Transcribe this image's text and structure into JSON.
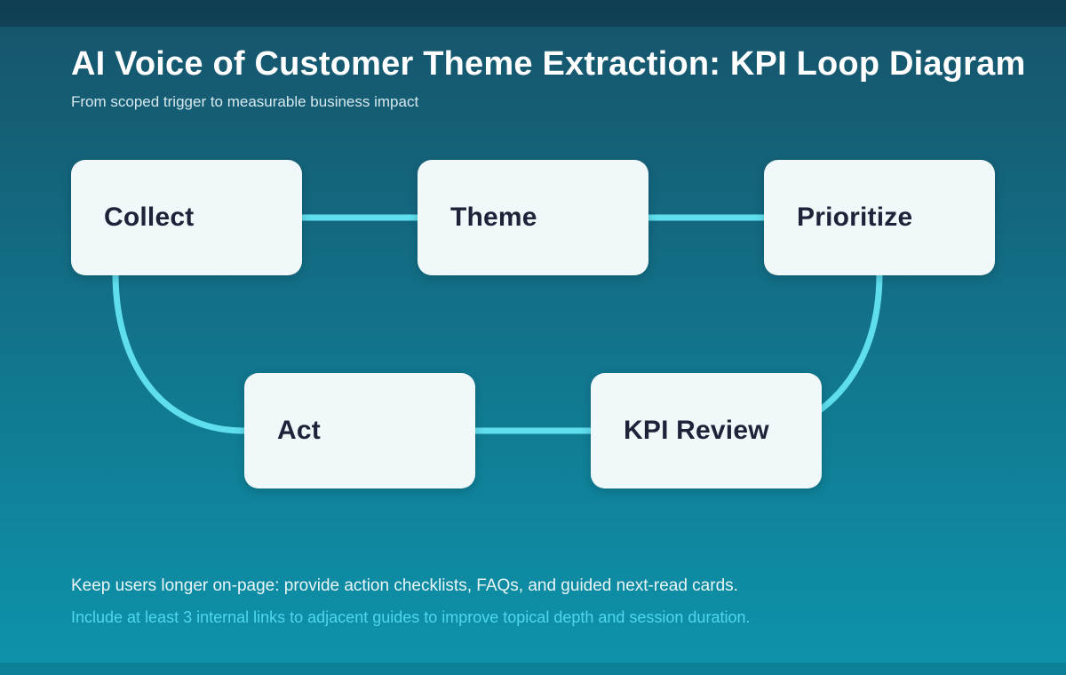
{
  "header": {
    "title": "AI Voice of Customer Theme Extraction: KPI Loop Diagram",
    "subtitle": "From scoped trigger to measurable business impact"
  },
  "diagram": {
    "type": "kpi-loop-flow",
    "nodes": [
      {
        "id": "collect",
        "label": "Collect"
      },
      {
        "id": "theme",
        "label": "Theme"
      },
      {
        "id": "prioritize",
        "label": "Prioritize"
      },
      {
        "id": "act",
        "label": "Act"
      },
      {
        "id": "kpi-review",
        "label": "KPI Review"
      }
    ],
    "edges": [
      {
        "from": "collect",
        "to": "theme",
        "shape": "straight"
      },
      {
        "from": "theme",
        "to": "prioritize",
        "shape": "straight"
      },
      {
        "from": "prioritize",
        "to": "kpi-review",
        "shape": "curve"
      },
      {
        "from": "kpi-review",
        "to": "act",
        "shape": "straight"
      },
      {
        "from": "act",
        "to": "collect",
        "shape": "curve"
      }
    ]
  },
  "footer": {
    "line1": "Keep users longer on-page: provide action checklists, FAQs, and guided next-read cards.",
    "line2": "Include at least 3 internal links to adjacent guides to improve topical depth and session duration."
  },
  "colors": {
    "bg_top": "#16536a",
    "bg_bottom": "#0d94ac",
    "node_fill": "#f1f8f9",
    "node_text": "#1d2338",
    "connector": "#5fdeee",
    "accent_text": "#4ed7ec"
  }
}
